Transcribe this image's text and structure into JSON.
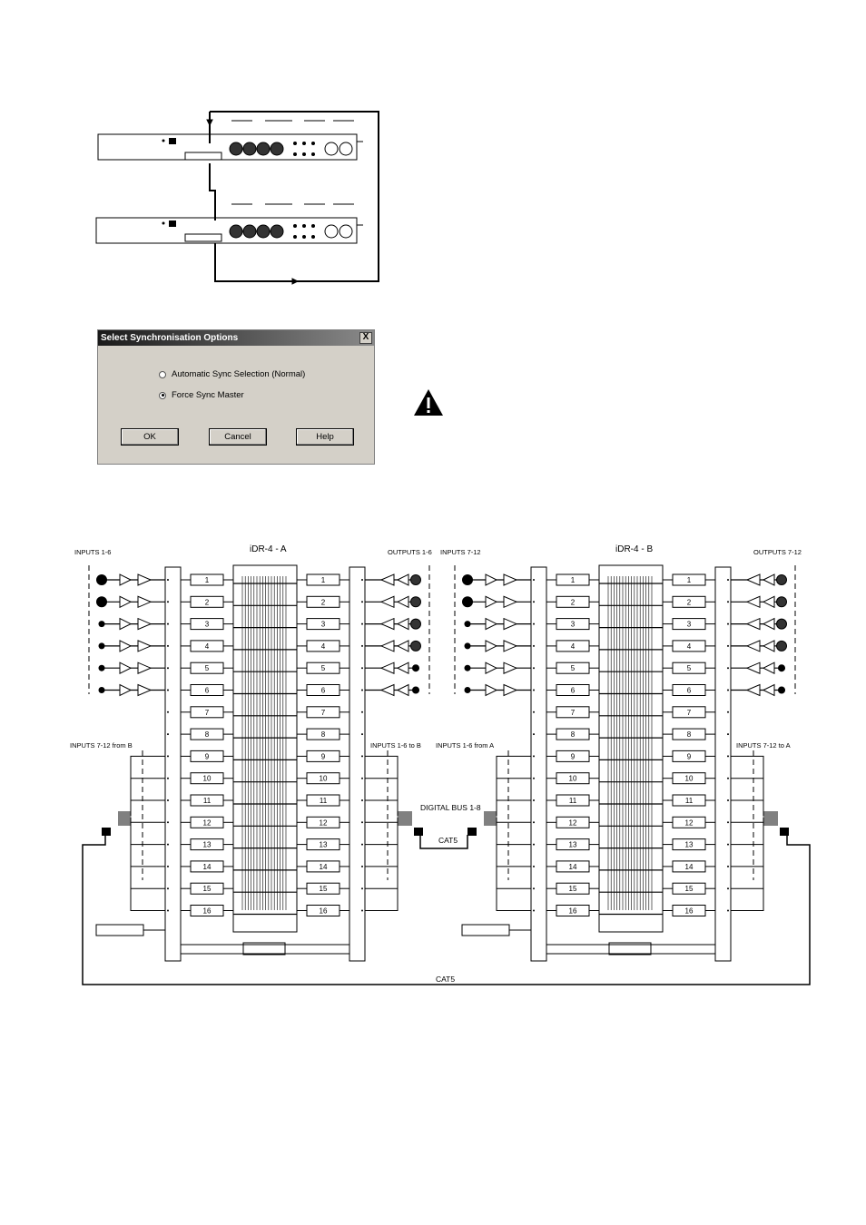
{
  "dialog": {
    "title": "Select Synchronisation Options",
    "close": "X",
    "option_auto": "Automatic Sync Selection (Normal)",
    "option_force": "Force Sync Master",
    "selected": "Force Sync Master",
    "ok": "OK",
    "cancel": "Cancel",
    "help": "Help"
  },
  "diagram": {
    "unitA": {
      "title": "iDR-4 - A",
      "inputs_label": "INPUTS 1-6",
      "outputs_label": "OUTPUTS 1-6",
      "ext_in_label": "INPUTS 7-12 from B",
      "ext_out_label": "INPUTS 1-6 to B"
    },
    "unitB": {
      "title": "iDR-4 - B",
      "inputs_label": "INPUTS 7-12",
      "outputs_label": "OUTPUTS 7-12",
      "ext_in_label": "INPUTS 1-6 from A",
      "ext_out_label": "INPUTS 7-12 to A"
    },
    "digital_bus_label": "DIGITAL BUS 1-8",
    "cat5_label_link": "CAT5",
    "cat5_label_bottom": "CAT5",
    "channels": [
      "1",
      "2",
      "3",
      "4",
      "5",
      "6",
      "7",
      "8",
      "9",
      "10",
      "11",
      "12",
      "13",
      "14",
      "15",
      "16"
    ]
  },
  "colors": {
    "line": "#000000",
    "dialog_bg": "#d4d0c8"
  }
}
